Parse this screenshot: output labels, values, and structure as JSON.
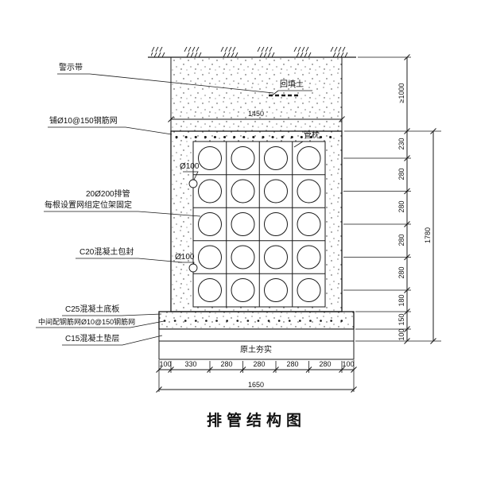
{
  "drawing_title": "排管结构图",
  "annotations": {
    "warning_tape": "警示带",
    "top_mesh": "铺Ø10@150钢筋网",
    "pipe_spec": "20Ø200排管",
    "pipe_fixing": "每根设置网组定位架固定",
    "encasement": "C20混凝土包封",
    "base_slab": "C25混凝土底板",
    "mid_mesh": "中间配钢筋网Ø10@150钢筋网",
    "cushion": "C15混凝土垫层",
    "backfill": "回填土",
    "pipe_pillow": "管枕",
    "compacted_soil": "原土夯实",
    "pipe_dia_label_1": "Ø100",
    "pipe_dia_label_2": "Ø100"
  },
  "dimensions": {
    "top_width": "1450",
    "bottom_segments": [
      "100",
      "330",
      "280",
      "280",
      "280",
      "280",
      "100"
    ],
    "bottom_total": "1650",
    "right_min_cover": "≥1000",
    "right_segments": [
      "230",
      "280",
      "280",
      "280",
      "280",
      "180",
      "150",
      "100"
    ],
    "right_total": "1780"
  }
}
